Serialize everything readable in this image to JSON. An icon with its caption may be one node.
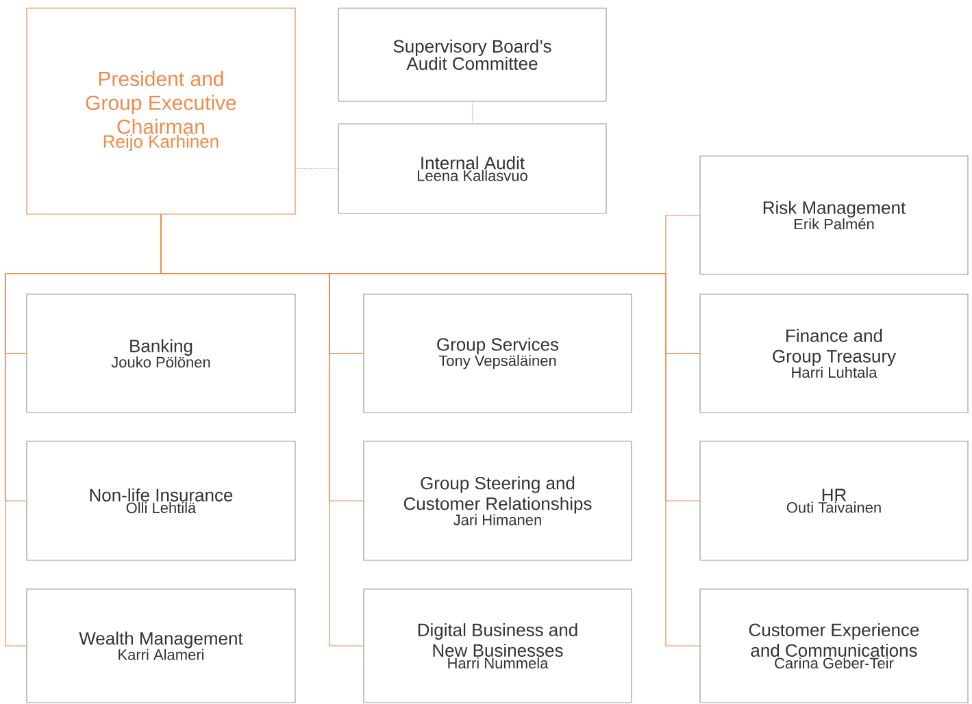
{
  "diagram": {
    "nodes": [
      {
        "text": [
          "President and Group Executive Chairman",
          "Reijo Karhinen"
        ]
      },
      {
        "text": [
          "Supervisory Board’s Audit Committee"
        ]
      },
      {
        "text": [
          "Internal Audit",
          "Leena Kallasvuo"
        ]
      },
      {
        "text": [
          "Risk Management",
          "Erik Palmén"
        ]
      },
      {
        "text": [
          "Banking",
          "Jouko Pölönen"
        ]
      },
      {
        "text": [
          "Group Services",
          "Tony Vepsäläinen"
        ]
      },
      {
        "text": [
          "Finance and Group Treasury",
          "Harri Luhtala"
        ]
      },
      {
        "text": [
          "Non-life Insurance",
          "Olli Lehtilä"
        ]
      },
      {
        "text": [
          "Group Steering and Customer Relationships",
          "Jari Himanen"
        ]
      },
      {
        "text": [
          "HR",
          "Outi Taivainen"
        ]
      },
      {
        "text": [
          "Wealth Management",
          "Karri Alameri"
        ]
      },
      {
        "text": [
          "Digital Business and New Businesses",
          "Harri Nummela"
        ]
      },
      {
        "text": [
          "Customer Experience and Communications",
          "Carina Geber-Teir"
        ]
      }
    ],
    "edges": [
      {
        "from": 1,
        "to": 2,
        "arrow": "none",
        "style": "dashed",
        "color": "#9a9a9a"
      },
      {
        "from": 0,
        "to": 2,
        "arrow": "none",
        "style": "dashed",
        "color": "#9a9a9a"
      },
      {
        "from": 0,
        "to": 3,
        "arrow": "none"
      },
      {
        "from": 0,
        "to": 4,
        "arrow": "none"
      },
      {
        "from": 0,
        "to": 5,
        "arrow": "none"
      },
      {
        "from": 0,
        "to": 6,
        "arrow": "none"
      },
      {
        "from": 0,
        "to": 7,
        "arrow": "none"
      },
      {
        "from": 0,
        "to": 8,
        "arrow": "none"
      },
      {
        "from": 0,
        "to": 9,
        "arrow": "none"
      },
      {
        "from": 0,
        "to": 10,
        "arrow": "none"
      },
      {
        "from": 0,
        "to": 11,
        "arrow": "none"
      },
      {
        "from": 0,
        "to": 12,
        "arrow": "none"
      }
    ]
  }
}
